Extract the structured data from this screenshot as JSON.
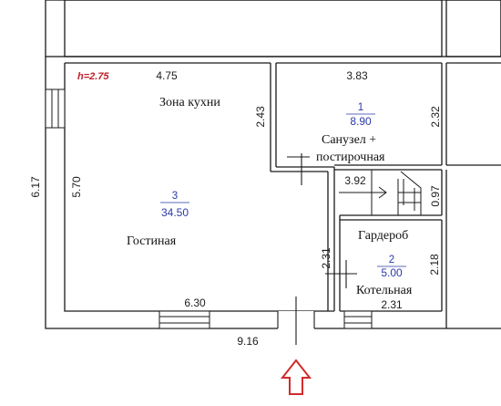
{
  "plan": {
    "height_label": "h=2.75",
    "rooms": [
      {
        "id": "kitchen-zone",
        "name": "Зона кухни"
      },
      {
        "id": "living",
        "name": "Гостиная",
        "number": "3",
        "area": "34.50"
      },
      {
        "id": "bath",
        "name_lines": [
          "Санузел +",
          "постирочная"
        ],
        "number": "1",
        "area": "8.90"
      },
      {
        "id": "wardrobe",
        "name": "Гардероб"
      },
      {
        "id": "boiler",
        "name": "Котельная",
        "number": "2",
        "area": "5.00"
      }
    ],
    "dimensions": {
      "kitchen_width": "4.75",
      "kitchen_depth": "2.43",
      "bath_width": "3.83",
      "bath_depth": "2.32",
      "stair_width": "3.92",
      "stair_depth": "0.97",
      "total_depth_outer": "6.17",
      "living_depth": "5.70",
      "wardrobe_depth": "2.31",
      "boiler_depth": "2.18",
      "living_width": "6.30",
      "boiler_width": "2.31",
      "total_width": "9.16"
    }
  },
  "colors": {
    "wall": "#1a1a1a",
    "area_text": "#2a3aa8",
    "height_text": "#c0202a",
    "entry_arrow": "#d42a2a"
  },
  "icons": [
    "entry-arrow-icon"
  ]
}
